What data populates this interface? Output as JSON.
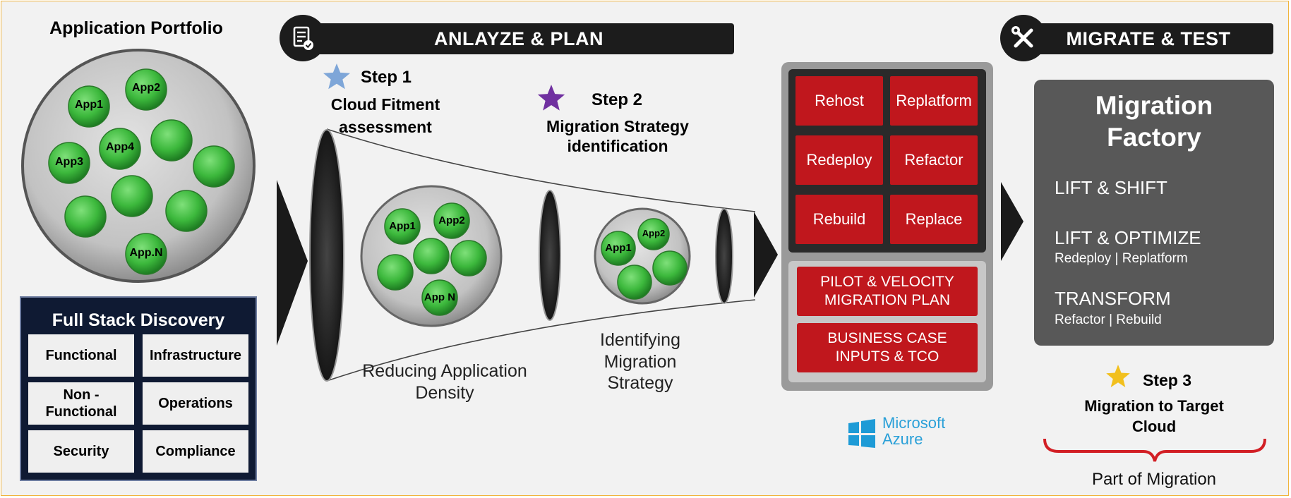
{
  "portfolio": {
    "title": "Application Portfolio",
    "apps": [
      "App1",
      "App2",
      "App3",
      "App4",
      "App.N"
    ]
  },
  "discovery": {
    "title": "Full Stack Discovery",
    "cells": [
      "Functional",
      "Infrastructure",
      "Non - Functional",
      "Operations",
      "Security",
      "Compliance"
    ]
  },
  "analyze": {
    "banner": "ANLAYZE & PLAN",
    "icon": "checklist-icon",
    "step1": {
      "label": "Step 1",
      "desc": "Cloud Fitment assessment",
      "star_color": "#7ea6d8"
    },
    "step2": {
      "label": "Step 2",
      "desc": "Migration Strategy identification",
      "star_color": "#7030a0"
    },
    "density": {
      "apps": [
        "App1",
        "App2",
        "App N"
      ],
      "caption": "Reducing Application Density"
    },
    "strategy": {
      "apps": [
        "App1",
        "App2"
      ],
      "caption": "Identifying Migration Strategy"
    }
  },
  "strategies": [
    "Rehost",
    "Replatform",
    "Redeploy",
    "Refactor",
    "Rebuild",
    "Replace"
  ],
  "plans": [
    "PILOT & VELOCITY MIGRATION PLAN",
    "BUSINESS CASE INPUTS & TCO"
  ],
  "azure": {
    "line1": "Microsoft",
    "line2": "Azure",
    "color": "#2aa0d8"
  },
  "migrate": {
    "banner": "MIGRATE & TEST",
    "icon": "tools-icon",
    "factory_title": "Migration Factory",
    "items": [
      {
        "label": "LIFT & SHIFT",
        "sub": ""
      },
      {
        "label": "LIFT & OPTIMIZE",
        "sub": "Redeploy | Replatform"
      },
      {
        "label": "TRANSFORM",
        "sub": "Refactor | Rebuild"
      }
    ],
    "step3": {
      "label": "Step 3",
      "desc": "Migration to Target Cloud",
      "star_color": "#f2c01e"
    },
    "bracket_caption": "Part of Migration"
  },
  "colors": {
    "app_green": "#3cb83c",
    "accent_red": "#c0171d",
    "banner_black": "#1c1c1c"
  }
}
